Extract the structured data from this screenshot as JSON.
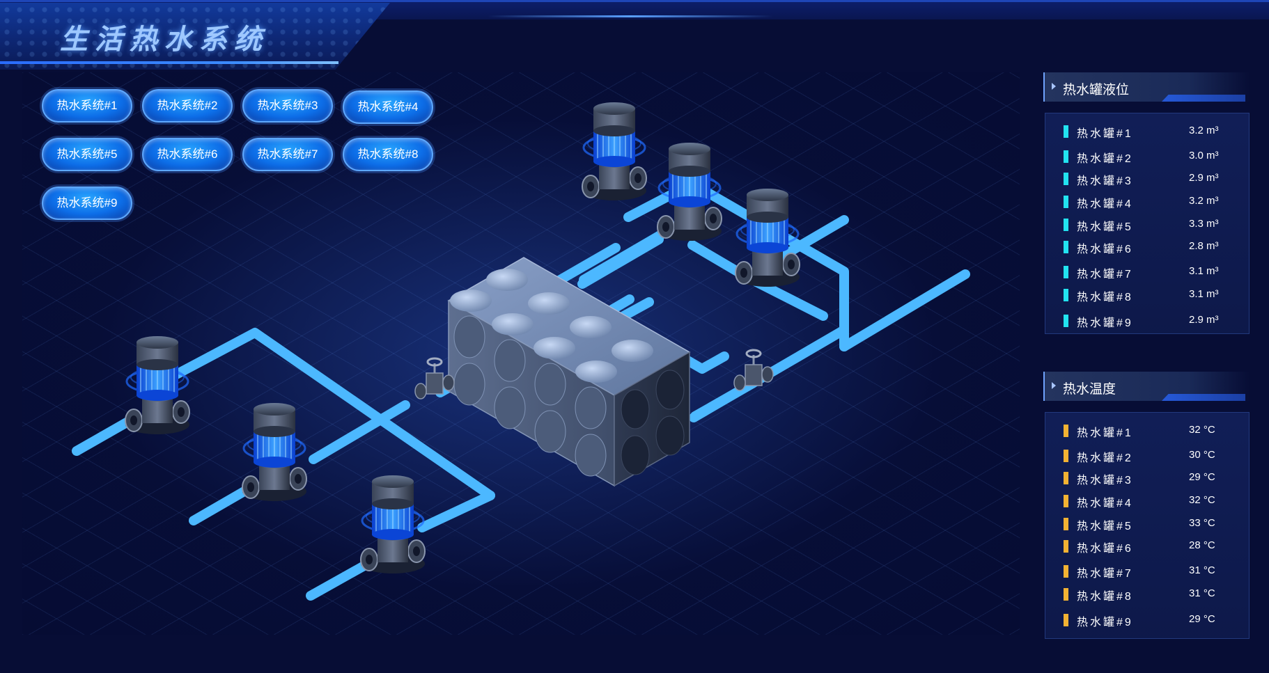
{
  "header": {
    "title": "生活热水系统"
  },
  "system_buttons": [
    "热水系统#1",
    "热水系统#2",
    "热水系统#3",
    "热水系统#4",
    "热水系统#5",
    "热水系统#6",
    "热水系统#7",
    "热水系统#8",
    "热水系统#9"
  ],
  "level_panel": {
    "title": "热水罐液位",
    "marker_color": "#22e3f0",
    "rows": [
      {
        "name": "热水罐#1",
        "value": "3.2 m³"
      },
      {
        "name": "热水罐#2",
        "value": "3.0 m³"
      },
      {
        "name": "热水罐#3",
        "value": "2.9 m³"
      },
      {
        "name": "热水罐#4",
        "value": "3.2 m³"
      },
      {
        "name": "热水罐#5",
        "value": "3.3 m³"
      },
      {
        "name": "热水罐#6",
        "value": "2.8 m³"
      },
      {
        "name": "热水罐#7",
        "value": "3.1 m³"
      },
      {
        "name": "热水罐#8",
        "value": "3.1 m³"
      },
      {
        "name": "热水罐#9",
        "value": "2.9 m³"
      }
    ]
  },
  "temp_panel": {
    "title": "热水温度",
    "marker_color": "#f2b233",
    "rows": [
      {
        "name": "热水罐#1",
        "value": "32 °C"
      },
      {
        "name": "热水罐#2",
        "value": "30 °C"
      },
      {
        "name": "热水罐#3",
        "value": "29 °C"
      },
      {
        "name": "热水罐#4",
        "value": "32 °C"
      },
      {
        "name": "热水罐#5",
        "value": "33 °C"
      },
      {
        "name": "热水罐#6",
        "value": "28 °C"
      },
      {
        "name": "热水罐#7",
        "value": "31 °C"
      },
      {
        "name": "热水罐#8",
        "value": "31 °C"
      },
      {
        "name": "热水罐#9",
        "value": "29 °C"
      }
    ]
  },
  "colors": {
    "pipe": "#4cb8ff",
    "pump_glow": "#2a7dff",
    "tank": "#6f86ad"
  },
  "icons": [
    "pump-icon",
    "valve-icon",
    "water-tank-icon",
    "panel-arrow-icon"
  ]
}
